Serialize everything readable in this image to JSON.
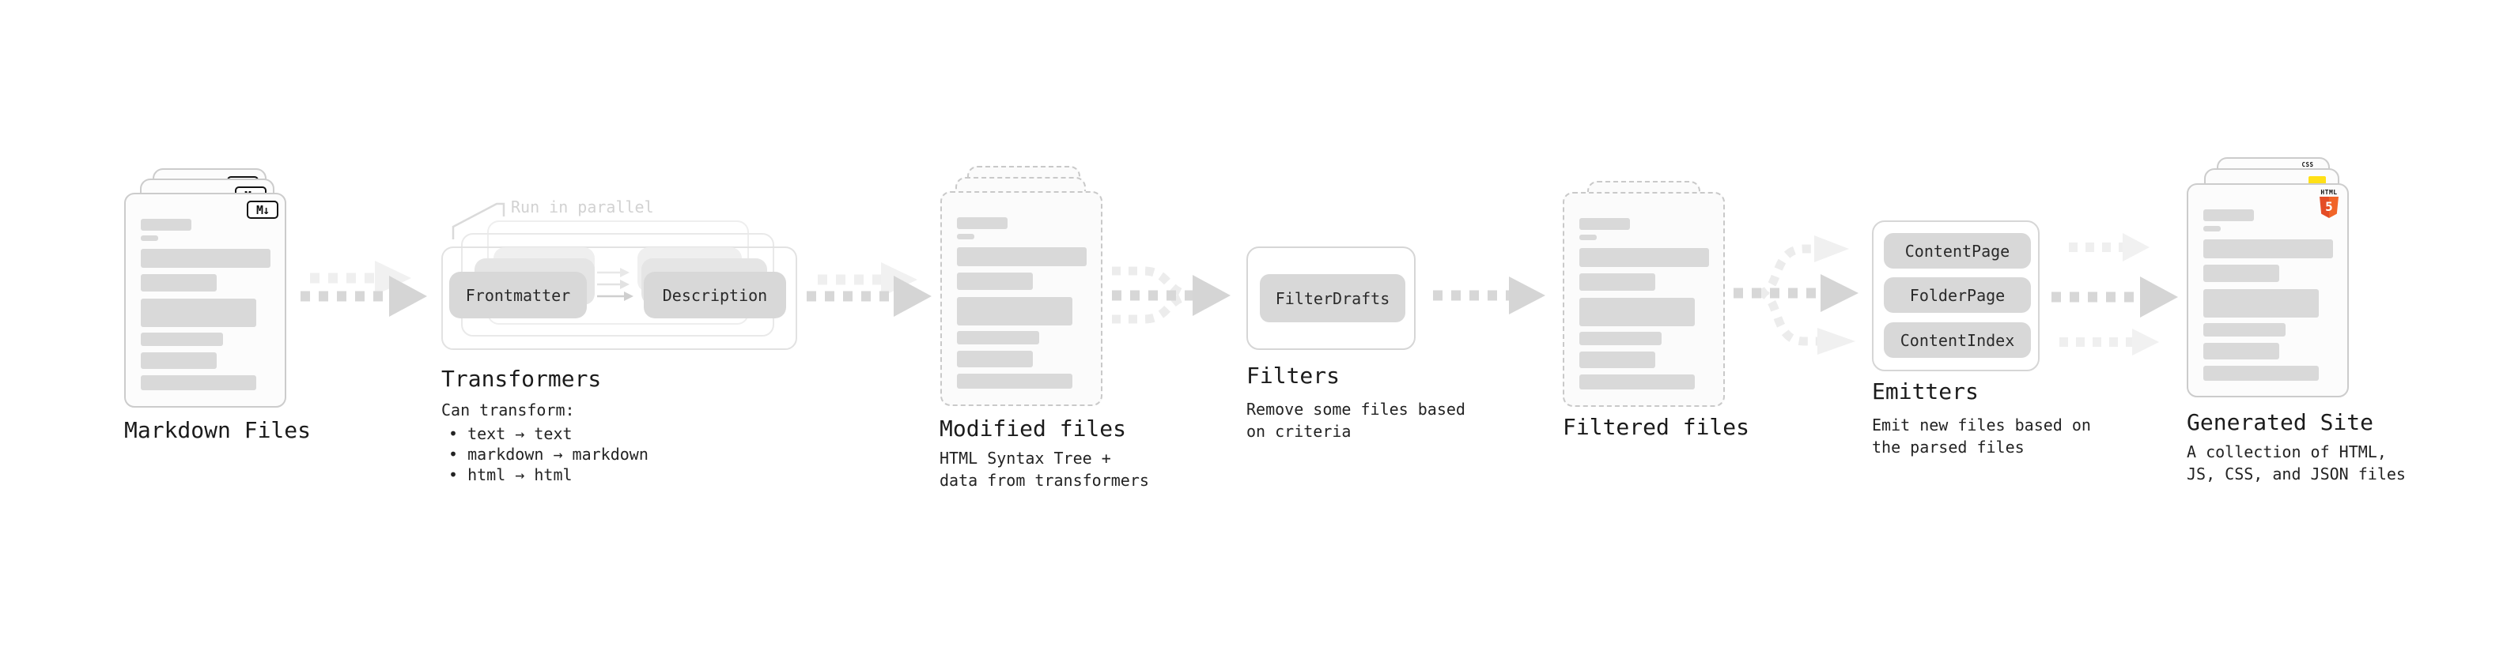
{
  "pipeline": {
    "stages": {
      "markdown_files": {
        "title": "Markdown Files",
        "file_badge": "M↓"
      },
      "transformers": {
        "title": "Transformers",
        "annotation": "Run in parallel",
        "pill_left": "Frontmatter",
        "pill_right": "Description",
        "caption": "Can transform:",
        "bullets": [
          "• text → text",
          "• markdown → markdown",
          "• html → html"
        ]
      },
      "modified_files": {
        "title": "Modified files",
        "subtitle": "HTML Syntax Tree +\ndata from transformers"
      },
      "filters": {
        "title": "Filters",
        "pill": "FilterDrafts",
        "subtitle": "Remove some files based\non criteria"
      },
      "filtered_files": {
        "title": "Filtered files"
      },
      "emitters": {
        "title": "Emitters",
        "pills": [
          "ContentPage",
          "FolderPage",
          "ContentIndex"
        ],
        "subtitle": "Emit new files based on\nthe parsed files"
      },
      "generated_site": {
        "title": "Generated Site",
        "subtitle": "A collection of HTML,\nJS, CSS, and JSON files",
        "css_badge": "CSS",
        "html_badge_word": "HTML",
        "html_badge_number": "5"
      }
    },
    "colors": {
      "markdown_badge": "#121212",
      "html5_orange": "#e44d26",
      "js_yellow": "#ffe016",
      "css_blue": "#2964f2",
      "arrow_dark": "#d6d6d6",
      "arrow_light": "#efefef",
      "placeholder_bar": "#d9d9d9"
    }
  }
}
